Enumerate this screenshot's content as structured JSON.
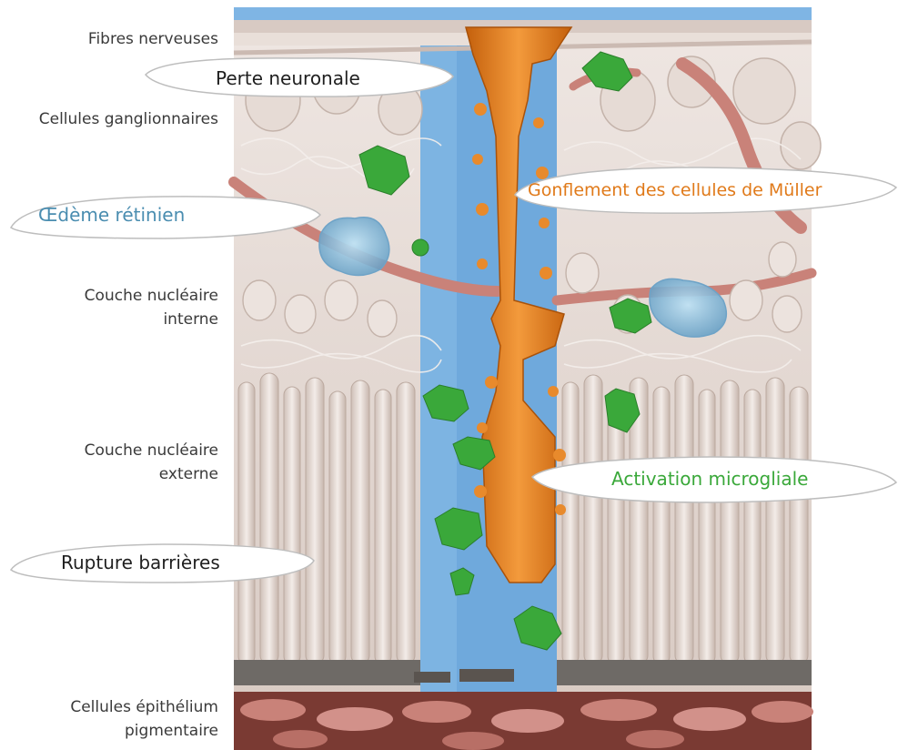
{
  "layer_labels": {
    "nerve_fibers": "Fibres nerveuses",
    "ganglion_cells": "Cellules ganglionnaires",
    "inner_nuclear_1": "Couche nucléaire",
    "inner_nuclear_2": "interne",
    "outer_nuclear_1": "Couche nucléaire",
    "outer_nuclear_2": "externe",
    "rpe_1": "Cellules épithélium",
    "rpe_2": "pigmentaire"
  },
  "callouts": {
    "neuronal_loss": "Perte neuronale",
    "retinal_edema": "Œdème rétinien",
    "muller_swelling": "Gonflement des cellules de Müller",
    "microglial_activation": "Activation microgliale",
    "barrier_rupture": "Rupture barrières"
  },
  "colors": {
    "text_dark": "#1f1f1f",
    "edema_blue": "#4a8db0",
    "muller_orange": "#e07a1a",
    "microglia_green": "#3aa83a",
    "tissue": "#e7dcd6",
    "vessel": "#c98279",
    "sky": "#6fa9dc"
  }
}
